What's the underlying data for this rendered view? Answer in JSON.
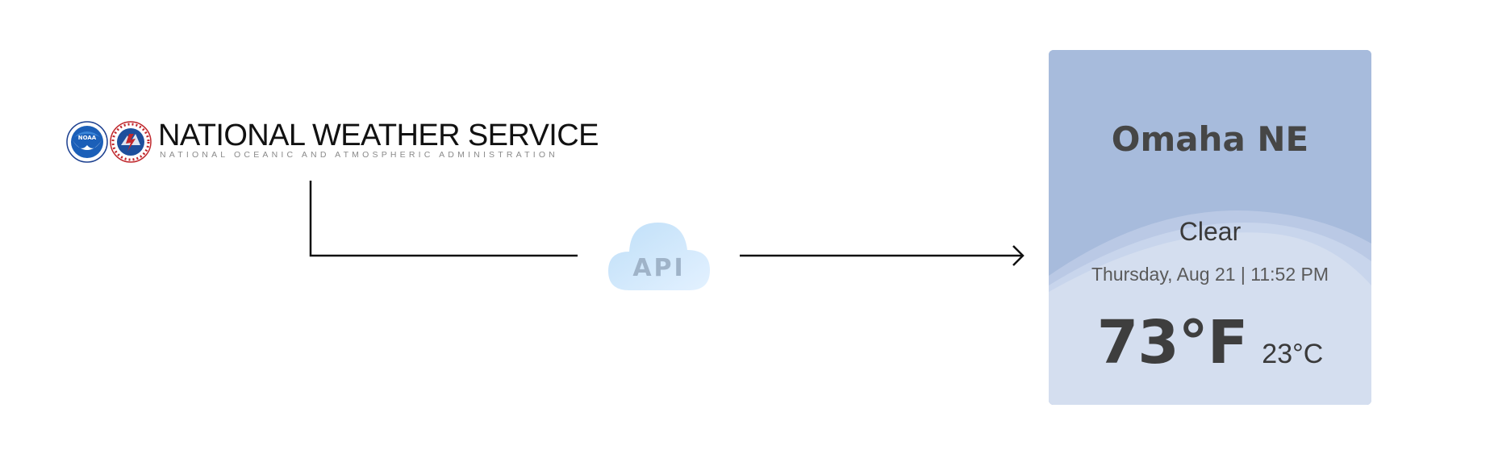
{
  "source": {
    "title": "NATIONAL WEATHER SERVICE",
    "subtitle": "NATIONAL OCEANIC AND ATMOSPHERIC ADMINISTRATION",
    "noaa_seal_text": "NOAA",
    "nws_seal_text": "NATIONAL WEATHER SERVICE"
  },
  "middleware": {
    "label": "API"
  },
  "weather_card": {
    "city": "Omaha NE",
    "condition": "Clear",
    "datetime": "Thursday, Aug 21 | 11:52 PM",
    "temp_f": "73°F",
    "temp_c": "23°C"
  },
  "colors": {
    "card_top": "#a7bbdc",
    "card_bottom": "#d4deef",
    "cloud_light": "#dff0ff",
    "cloud_dark": "#bfdff8",
    "cloud_text": "#9fb3c8",
    "connector": "#111111"
  }
}
